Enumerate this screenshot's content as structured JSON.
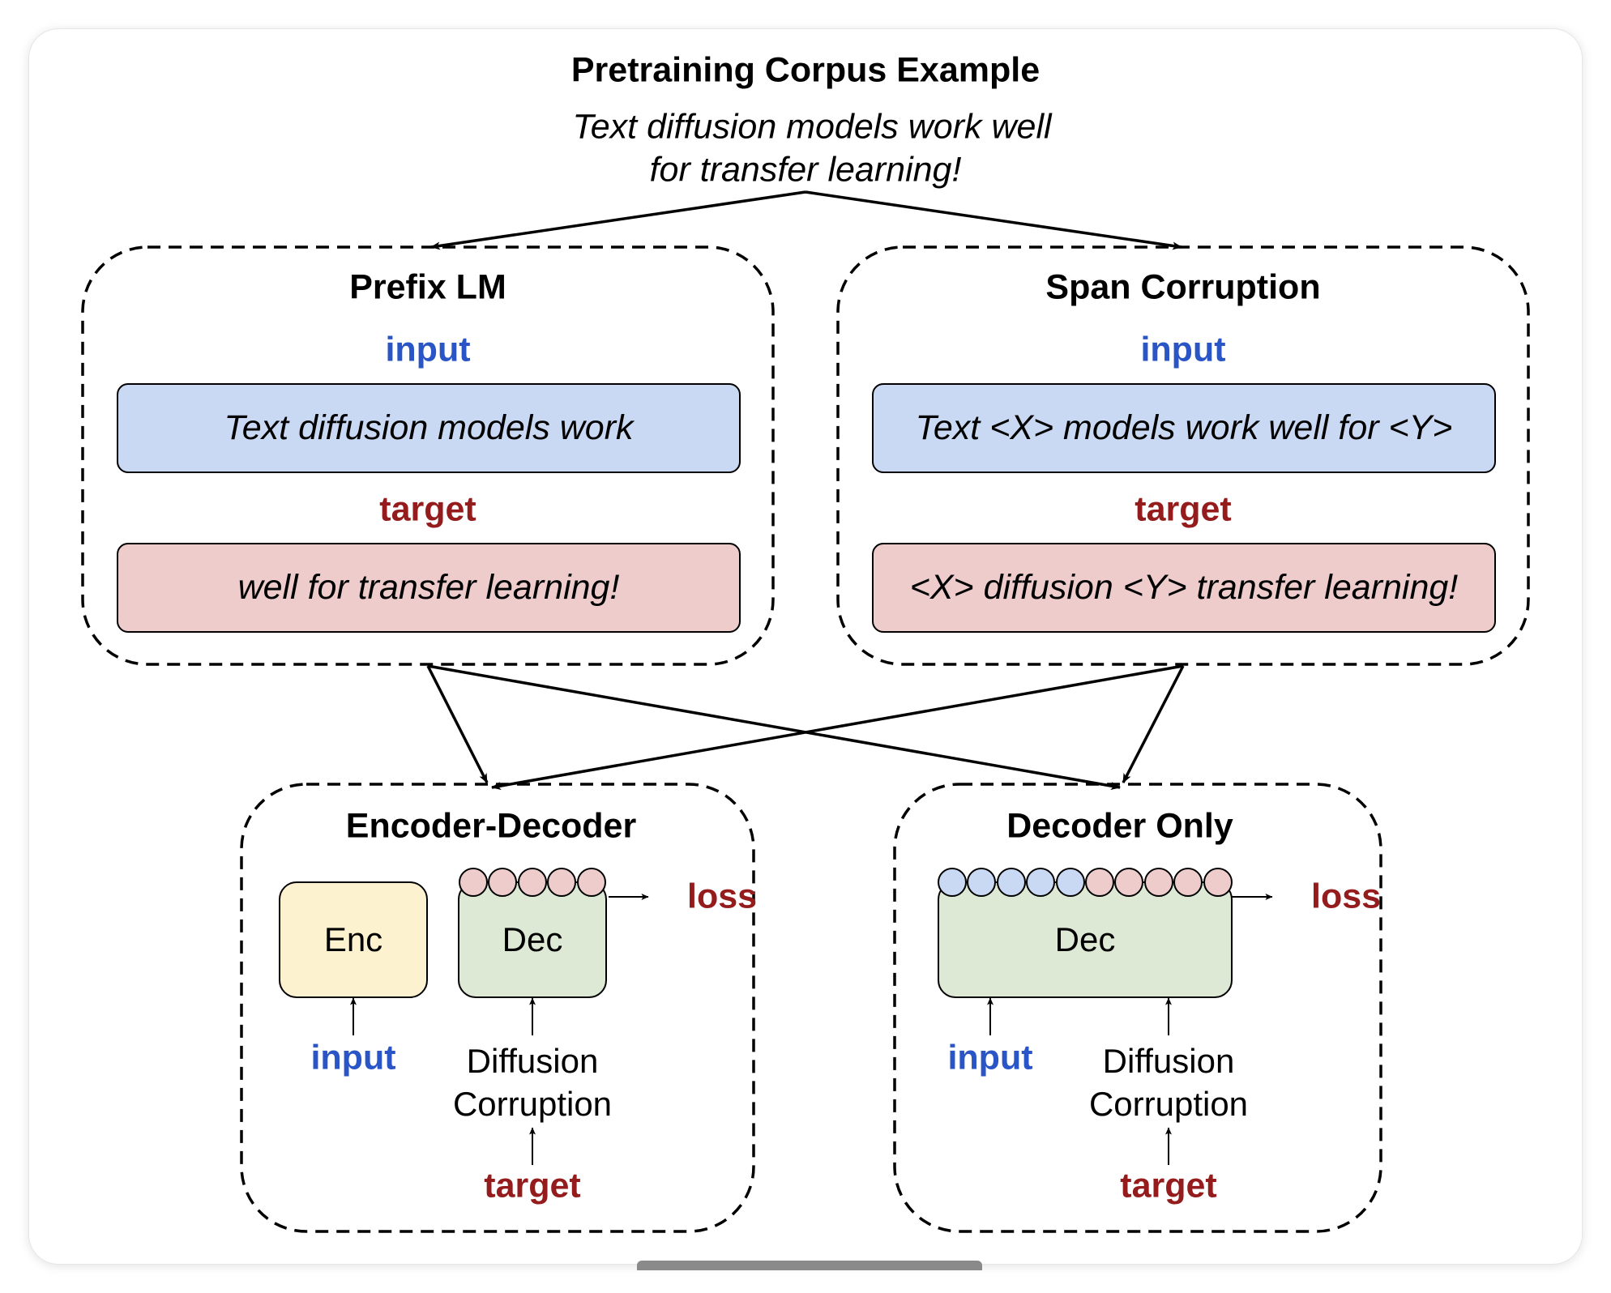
{
  "corpus": {
    "title": "Pretraining Corpus Example",
    "sentence_line1": "Text diffusion models work well",
    "sentence_line2": "for transfer learning!"
  },
  "objectives": {
    "prefix_lm": {
      "title": "Prefix LM",
      "input_label": "input",
      "input_text": "Text diffusion models work",
      "target_label": "target",
      "target_text": "well for transfer learning!"
    },
    "span_corruption": {
      "title": "Span Corruption",
      "input_label": "input",
      "input_text": "Text <X> models work well for <Y>",
      "target_label": "target",
      "target_text": "<X> diffusion <Y> transfer learning!"
    }
  },
  "architectures": {
    "encoder_decoder": {
      "title": "Encoder-Decoder",
      "enc_label": "Enc",
      "dec_label": "Dec",
      "loss_label": "loss",
      "input_label": "input",
      "corruption_line1": "Diffusion",
      "corruption_line2": "Corruption",
      "target_label": "target",
      "tokens": [
        "target",
        "target",
        "target",
        "target",
        "target"
      ]
    },
    "decoder_only": {
      "title": "Decoder Only",
      "dec_label": "Dec",
      "loss_label": "loss",
      "input_label": "input",
      "corruption_line1": "Diffusion",
      "corruption_line2": "Corruption",
      "target_label": "target",
      "tokens": [
        "input",
        "input",
        "input",
        "input",
        "input",
        "target",
        "target",
        "target",
        "target",
        "target"
      ]
    }
  },
  "colors": {
    "input_text": "#2a55c7",
    "target_text": "#951c1c",
    "input_fill": "#c9d9f4",
    "target_fill": "#eecccc",
    "encoder_fill": "#fdf2d0",
    "decoder_fill": "#dde9d5"
  }
}
